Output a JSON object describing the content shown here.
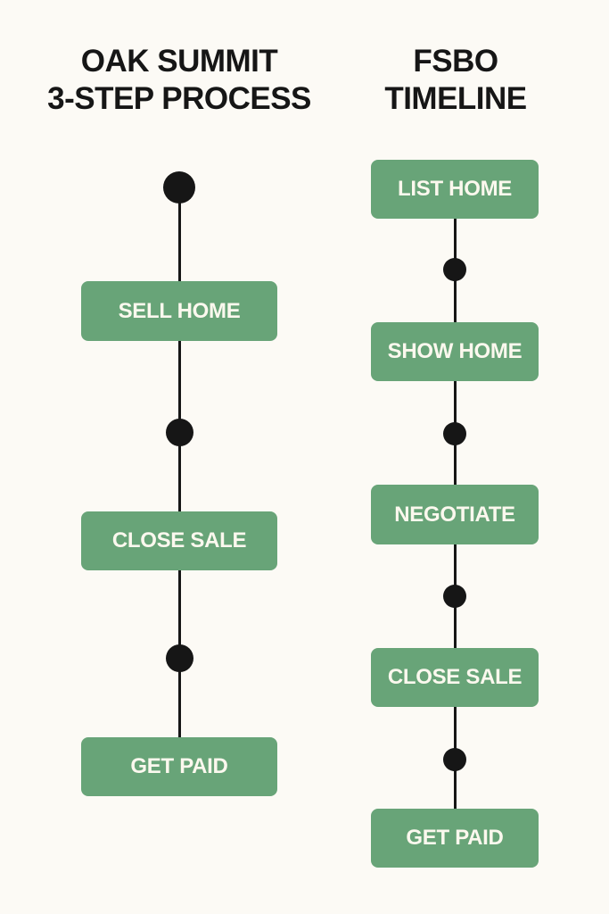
{
  "left": {
    "title_line1": "OAK SUMMIT",
    "title_line2": "3-STEP PROCESS",
    "steps": [
      "SELL HOME",
      "CLOSE SALE",
      "GET PAID"
    ]
  },
  "right": {
    "title_line1": "FSBO",
    "title_line2": "TIMELINE",
    "steps": [
      "LIST HOME",
      "SHOW HOME",
      "NEGOTIATE",
      "CLOSE SALE",
      "GET PAID"
    ]
  },
  "colors": {
    "background": "#fcfaf5",
    "box": "#68a478",
    "box_text": "#fbf8ee",
    "line": "#161616"
  }
}
